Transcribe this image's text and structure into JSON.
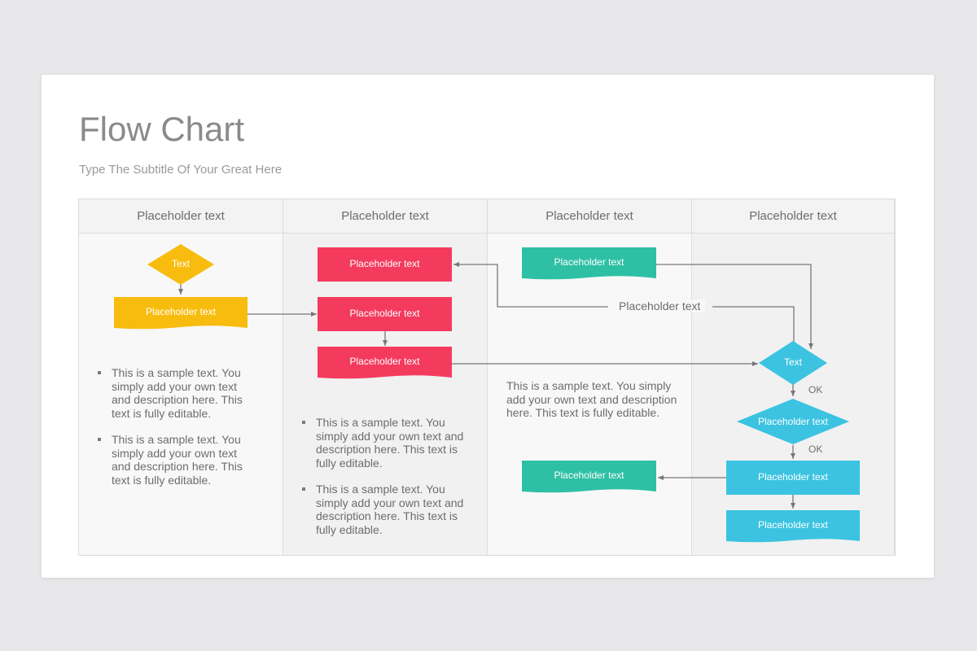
{
  "slide": {
    "title": "Flow Chart",
    "subtitle": "Type The Subtitle Of Your Great Here"
  },
  "columns": [
    {
      "header": "Placeholder text"
    },
    {
      "header": "Placeholder text"
    },
    {
      "header": "Placeholder text"
    },
    {
      "header": "Placeholder text"
    }
  ],
  "colors": {
    "yellow": "#f8bc0f",
    "red": "#f43b5e",
    "teal": "#2ec0a5",
    "blue": "#3bc3e1",
    "connector": "#777777"
  },
  "nodes": {
    "yellow_decision": "Text",
    "yellow_process": "Placeholder text",
    "red_1": "Placeholder text",
    "red_2": "Placeholder text",
    "red_3": "Placeholder text",
    "teal_1": "Placeholder text",
    "teal_2": "Placeholder text",
    "connector_label": "Placeholder text",
    "blue_decision_1": "Text",
    "blue_decision_2": "Placeholder text",
    "blue_process_1": "Placeholder text",
    "blue_process_2": "Placeholder text",
    "ok_1": "OK",
    "ok_2": "OK"
  },
  "col1_bullets": [
    "This is a sample text. You simply add your own text and description here. This text is fully editable.",
    "This is a sample text. You simply add your own text and description here. This text is fully editable."
  ],
  "col2_bullets": [
    "This is a sample text. You simply add your own text and description here. This text is fully editable.",
    "This is a sample text. You simply add your own text and description here. This text is fully editable."
  ],
  "col3_text": "This is a sample text. You simply add your own text and description here. This text is fully editable."
}
